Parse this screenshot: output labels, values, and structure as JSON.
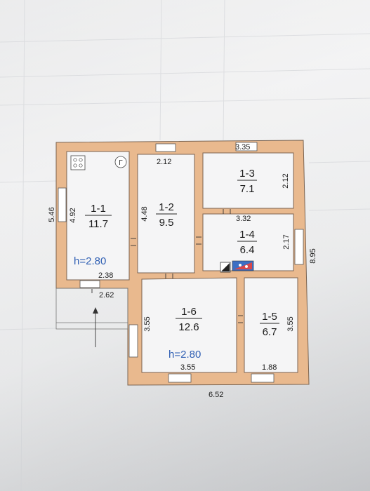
{
  "plan": {
    "rooms": [
      {
        "id": "1-1",
        "area": "11.7",
        "name": "room-1-1"
      },
      {
        "id": "1-2",
        "area": "9.5",
        "name": "room-1-2"
      },
      {
        "id": "1-3",
        "area": "7.1",
        "name": "room-1-3"
      },
      {
        "id": "1-4",
        "area": "6.4",
        "name": "room-1-4"
      },
      {
        "id": "1-5",
        "area": "6.7",
        "name": "room-1-5"
      },
      {
        "id": "1-6",
        "area": "12.6",
        "name": "room-1-6"
      }
    ],
    "heights": {
      "upper": "h=2.80",
      "lower": "h=2.80"
    },
    "dims": {
      "outer_left": "5.46",
      "r11_height": "4.92",
      "r11_bottom": "2.38",
      "porch_width": "2.62",
      "r12_top": "2.12",
      "r12_height": "4.48",
      "r13_top": "3.35",
      "r13_right": "2.12",
      "r14_top": "3.32",
      "r14_right": "2.17",
      "outer_right": "8.95",
      "r16_left": "3.55",
      "r16_bottom": "3.55",
      "r15_right": "3.55",
      "r15_bottom": "1.88",
      "outer_bottom": "6.52"
    },
    "stove_symbol": "Г"
  }
}
